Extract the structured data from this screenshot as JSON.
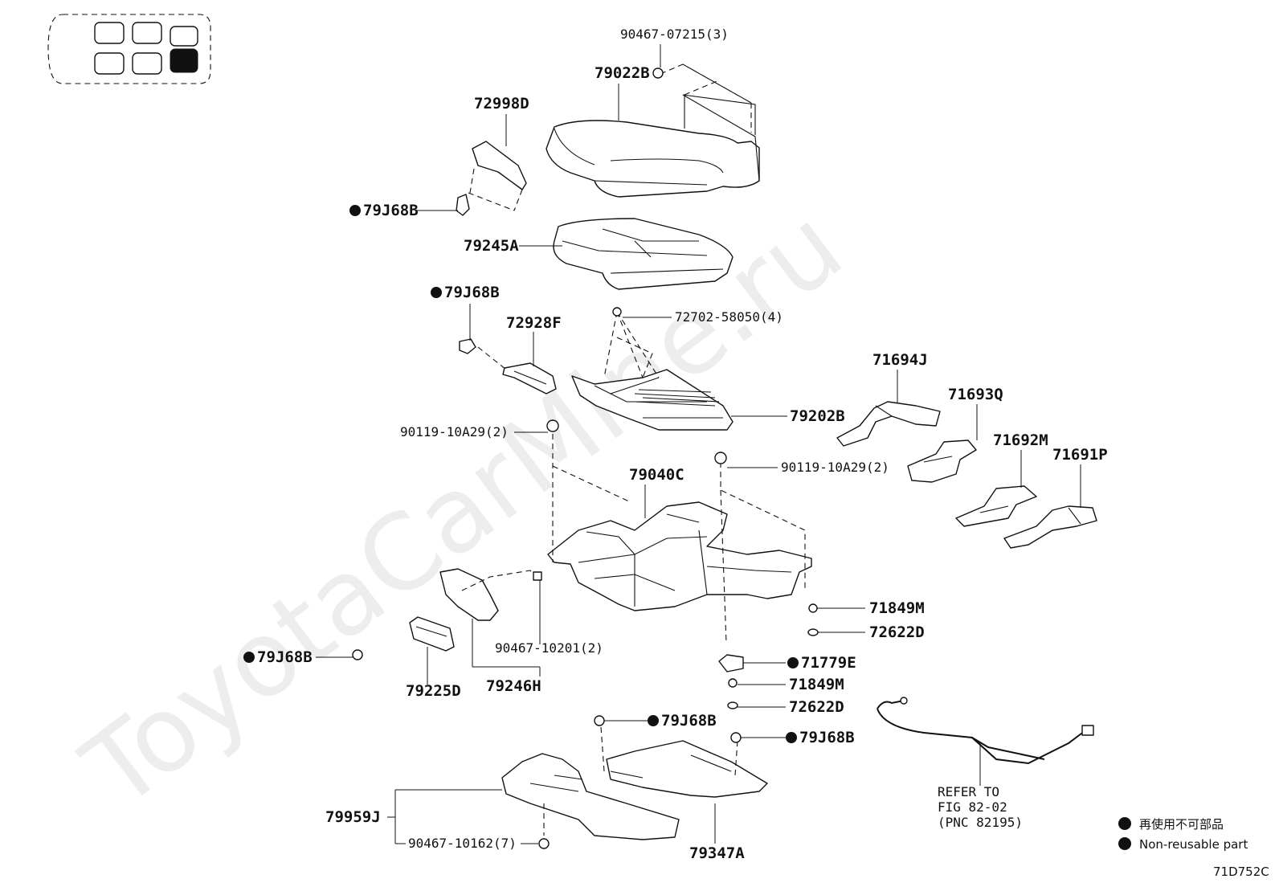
{
  "watermark": "ToyotaCarMine.ru",
  "figure_id": "71D752C",
  "parts": {
    "p90467_07215": "90467-07215(3)",
    "p79022B": "79022B",
    "p72998D": "72998D",
    "p79J68B_1": "79J68B",
    "p79245A": "79245A",
    "p79J68B_2": "79J68B",
    "p72928F": "72928F",
    "p72702_58050": "72702-58050(4)",
    "p79202B": "79202B",
    "p71694J": "71694J",
    "p71693Q": "71693Q",
    "p71692M": "71692M",
    "p71691P": "71691P",
    "p90119_10A29_1": "90119-10A29(2)",
    "p90119_10A29_2": "90119-10A29(2)",
    "p79040C": "79040C",
    "p71849M_1": "71849M",
    "p72622D_1": "72622D",
    "p79J68B_3": "79J68B",
    "p90467_10201": "90467-10201(2)",
    "p71779E": "71779E",
    "p71849M_2": "71849M",
    "p72622D_2": "72622D",
    "p79225D": "79225D",
    "p79246H": "79246H",
    "p79J68B_4": "79J68B",
    "p79J68B_5": "79J68B",
    "p79959J": "79959J",
    "p90467_10162": "90467-10162(7)",
    "p79347A": "79347A"
  },
  "refer_note": [
    "REFER TO",
    "FIG 82-02",
    "(PNC 82195)"
  ],
  "legend": {
    "jp": "再使用不可部品",
    "en": "Non-reusable part"
  }
}
